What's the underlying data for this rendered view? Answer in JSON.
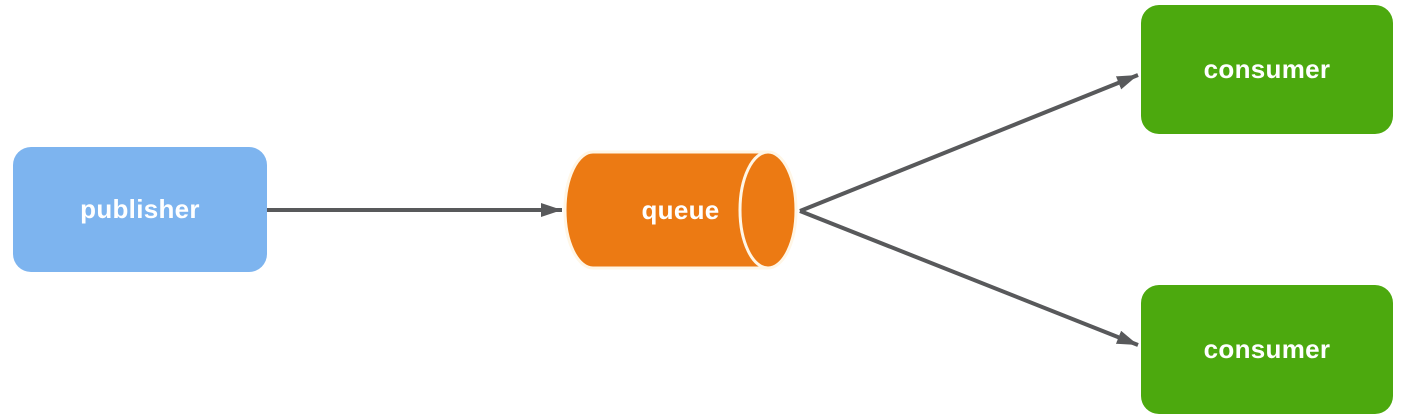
{
  "diagram": {
    "type": "flow-diagram",
    "background": "#FFFFFF",
    "nodes": [
      {
        "id": "publisher",
        "label": "publisher",
        "shape": "rounded-rect",
        "fill": "#7DB4EF",
        "text_color": "#FFFFFF"
      },
      {
        "id": "queue",
        "label": "queue",
        "shape": "cylinder-horizontal",
        "fill": "#EC7A13",
        "stroke": "#FFF6E6",
        "text_color": "#FFFFFF"
      },
      {
        "id": "consumer-top",
        "label": "consumer",
        "shape": "rounded-rect",
        "fill": "#4CA90E",
        "text_color": "#FFFFFF"
      },
      {
        "id": "consumer-bottom",
        "label": "consumer",
        "shape": "rounded-rect",
        "fill": "#4CA90E",
        "text_color": "#FFFFFF"
      }
    ],
    "edges": [
      {
        "from": "publisher",
        "to": "queue",
        "style": "solid-arrow",
        "color": "#58595B"
      },
      {
        "from": "queue",
        "to": "consumer-top",
        "style": "solid-arrow",
        "color": "#58595B"
      },
      {
        "from": "queue",
        "to": "consumer-bottom",
        "style": "solid-arrow",
        "color": "#58595B"
      }
    ],
    "arrow_color": "#58595B"
  }
}
